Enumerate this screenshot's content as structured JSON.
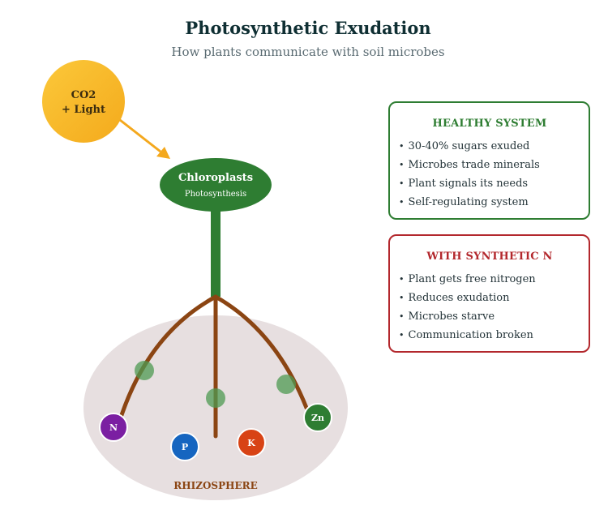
{
  "header": {
    "title": "Photosynthetic Exudation",
    "subtitle": "How plants communicate with soil microbes"
  },
  "diagram": {
    "sun": {
      "line1": "CO2",
      "line2": "+ Light",
      "color": "#f6b41f"
    },
    "chloroplast": {
      "label": "Chloroplasts",
      "sublabel": "Photosynthesis",
      "color": "#2e7d32"
    },
    "rhizosphere": {
      "label": "RHIZOSPHERE",
      "color": "#e7dfe0",
      "label_color": "#8b4513"
    },
    "root_color": "#8b4513",
    "nutrients": [
      {
        "symbol": "N",
        "color": "#7b1fa2"
      },
      {
        "symbol": "P",
        "color": "#1565c0"
      },
      {
        "symbol": "K",
        "color": "#d84315"
      },
      {
        "symbol": "Zn",
        "color": "#2e7d32"
      }
    ]
  },
  "panels": {
    "healthy": {
      "title": "HEALTHY SYSTEM",
      "color": "#2e7d32",
      "items": [
        "30-40% sugars exuded",
        "Microbes trade minerals",
        "Plant signals its needs",
        "Self-regulating system"
      ]
    },
    "synthetic": {
      "title": "WITH SYNTHETIC N",
      "color": "#b3282d",
      "items": [
        "Plant gets free nitrogen",
        "Reduces exudation",
        "Microbes starve",
        "Communication broken"
      ]
    }
  }
}
